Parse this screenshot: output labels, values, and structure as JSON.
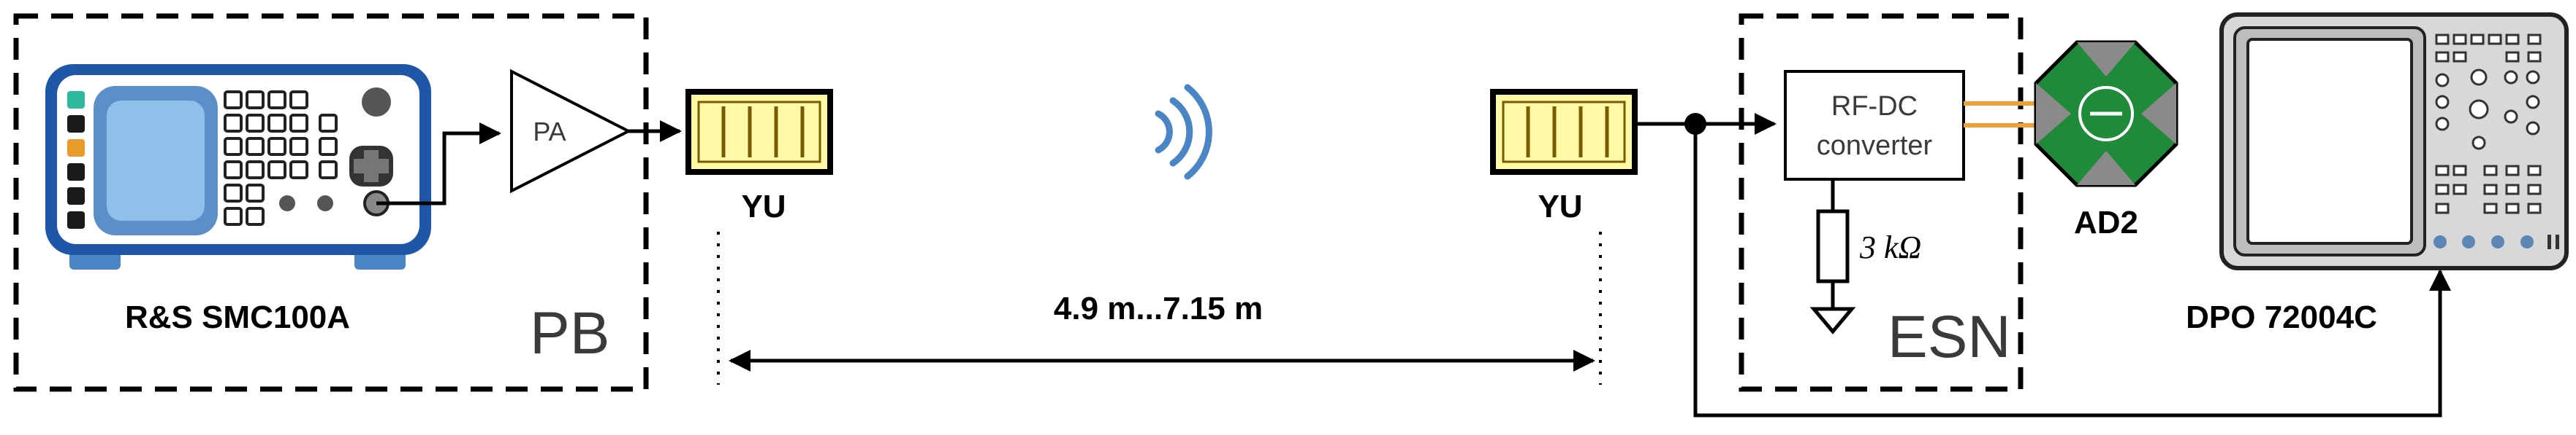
{
  "labels": {
    "signal_generator": "R&S SMC100A",
    "tx_box": "PB",
    "amplifier": "PA",
    "tx_antenna": "YU",
    "rx_antenna": "YU",
    "distance": "4.9 m...7.15 m",
    "converter_line1": "RF-DC",
    "converter_line2": "converter",
    "load_resistor": "3 kΩ",
    "rx_box": "ESN",
    "daq": "AD2",
    "oscilloscope": "DPO 72004C"
  },
  "icons": {
    "wireless": "wireless-signal-icon",
    "ground": "ground-icon",
    "resistor": "resistor-icon"
  },
  "colors": {
    "antenna_fill": "#fff9a6",
    "antenna_stroke": "#7a5a00",
    "generator_frame": "#1f56a8",
    "generator_screen": "#7fb6e6",
    "converter_wires": "#f0a030",
    "daq_body": "#1f8a3a",
    "wireless": "#4a86c5"
  }
}
